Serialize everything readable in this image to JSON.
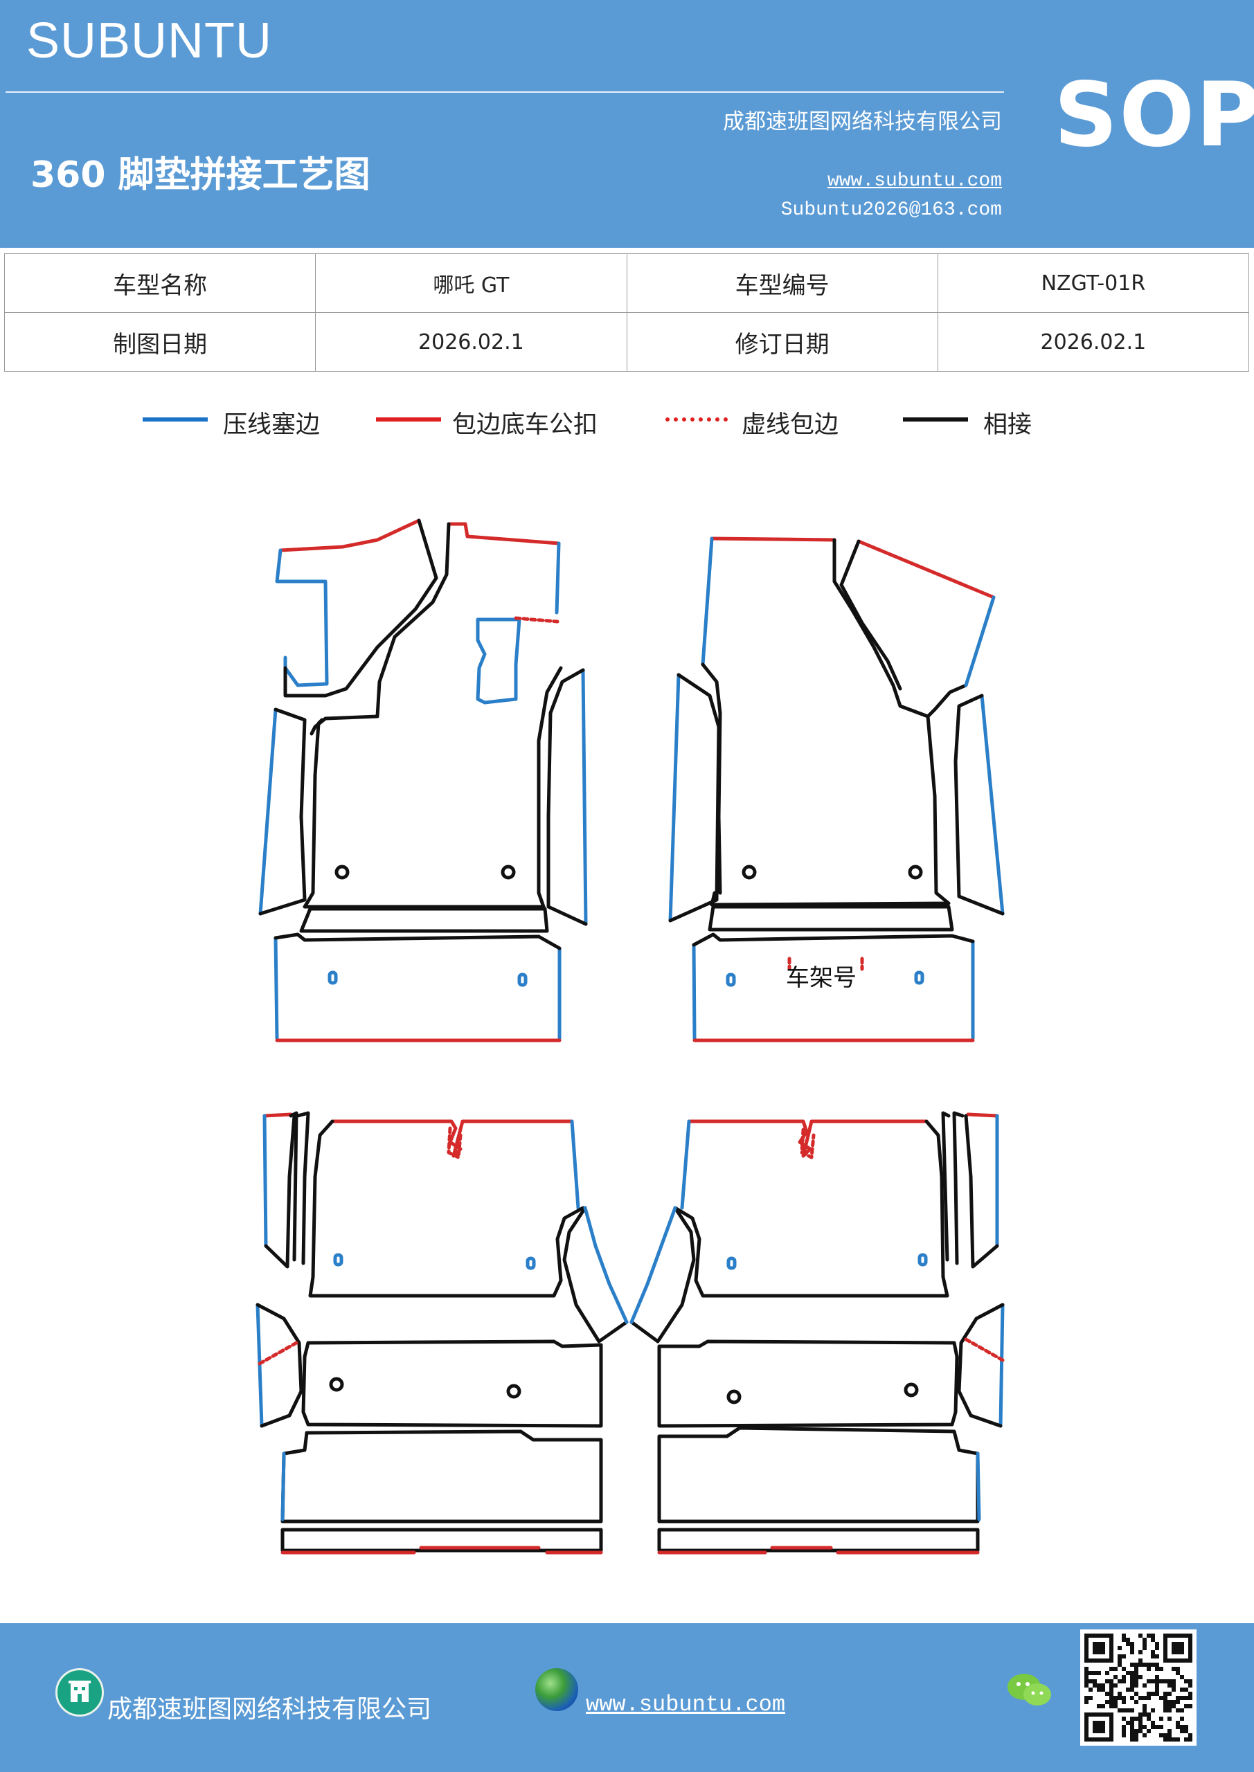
{
  "header": {
    "brand": "SUBUNTU",
    "title": "360 脚垫拼接工艺图",
    "company": "成都速班图网络科技有限公司",
    "website": "www.subuntu.com",
    "email": "Subuntu2026@163.com",
    "badge": "SOP"
  },
  "info": {
    "model_name_label": "车型名称",
    "model_name": "哪吒 GT",
    "model_code_label": "车型编号",
    "model_code": "NZGT-01R",
    "draw_date_label": "制图日期",
    "draw_date": "2026.02.1",
    "revise_date_label": "修订日期",
    "revise_date": "2026.02.1"
  },
  "legend": [
    {
      "label": "压线塞边",
      "color": "#1a73c6",
      "style": "solid"
    },
    {
      "label": "包边底车公扣",
      "color": "#e02020",
      "style": "solid"
    },
    {
      "label": "虚线包边",
      "color": "#e02020",
      "style": "dotted"
    },
    {
      "label": "相接",
      "color": "#111111",
      "style": "solid"
    }
  ],
  "drawing": {
    "vin_label": "车架号",
    "colors": {
      "blue": "#2a7fc8",
      "red": "#d42a2a",
      "black": "#111111"
    }
  },
  "footer": {
    "company": "成都速班图网络科技有限公司",
    "website": "www.subuntu.com",
    "company_icon": "building-icon",
    "web_icon": "globe-icon",
    "chat_icon": "wechat-icon",
    "qr_icon": "qr-code-icon"
  }
}
